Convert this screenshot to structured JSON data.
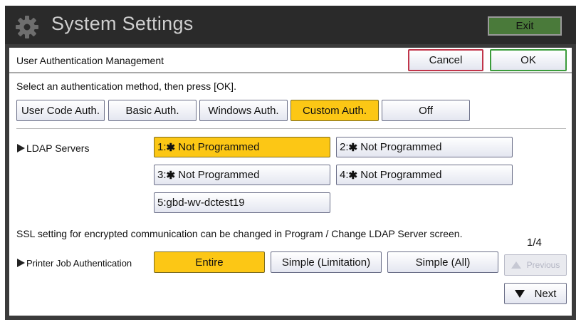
{
  "window": {
    "title": "System Settings",
    "exit_label": "Exit",
    "gear_icon": "gear-icon"
  },
  "header": {
    "title": "User Authentication Management",
    "cancel_label": "Cancel",
    "ok_label": "OK"
  },
  "auth": {
    "instruction": "Select an authentication method, then press [OK].",
    "methods": [
      "User Code Auth.",
      "Basic Auth.",
      "Windows Auth.",
      "Custom Auth.",
      "Off"
    ],
    "selected": "Custom Auth."
  },
  "ldap": {
    "label": "LDAP Servers",
    "servers": [
      {
        "num": "1:",
        "name": "Not Programmed",
        "mark": "✱"
      },
      {
        "num": "2:",
        "name": "Not Programmed",
        "mark": "✱"
      },
      {
        "num": "3:",
        "name": "Not Programmed",
        "mark": "✱"
      },
      {
        "num": "4:",
        "name": "Not Programmed",
        "mark": "✱"
      },
      {
        "num": "5:",
        "name": "gbd-wv-dctest19",
        "mark": ""
      }
    ],
    "selected_server": 1
  },
  "ssl_note": "SSL setting for encrypted communication can be changed in Program / Change LDAP Server screen.",
  "printer_job": {
    "label": "Printer Job Authentication",
    "options": [
      "Entire",
      "Simple (Limitation)",
      "Simple (All)"
    ],
    "selected": "Entire"
  },
  "pager": {
    "page": "1/4",
    "previous_label": "Previous",
    "next_label": "Next"
  },
  "colors": {
    "selected": "#fcc715",
    "exit_button": "#4a7a3a",
    "cancel_border": "#c0354a",
    "ok_border": "#3b9c3b"
  }
}
